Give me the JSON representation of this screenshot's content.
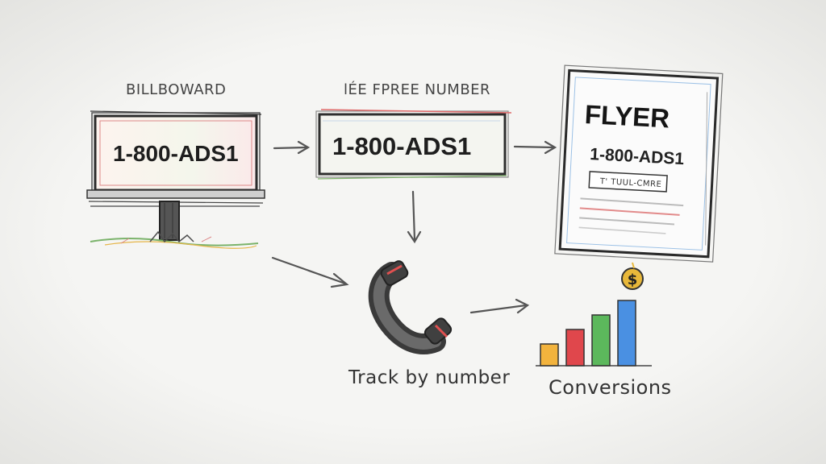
{
  "billboard": {
    "label": "BILLBOWARD",
    "number": "1-800-ADS1"
  },
  "banner": {
    "label": "lÉE FPREE NUMBER",
    "number": "1-800-ADS1"
  },
  "flyer": {
    "title": "FLYER",
    "number": "1-800-ADS1",
    "cta": "T' TUUL-CMRE"
  },
  "phone": {
    "caption": "Track by number"
  },
  "conversions": {
    "caption": "Conversions",
    "coin_symbol": "$"
  },
  "chart_data": {
    "type": "bar",
    "categories": [
      "",
      "",
      "",
      ""
    ],
    "values": [
      3,
      5,
      7,
      9
    ],
    "colors": [
      "#f2b33d",
      "#e0474c",
      "#5cb85c",
      "#4a90e2"
    ],
    "xlabel": "",
    "ylabel": "",
    "ylim": [
      0,
      10
    ]
  }
}
